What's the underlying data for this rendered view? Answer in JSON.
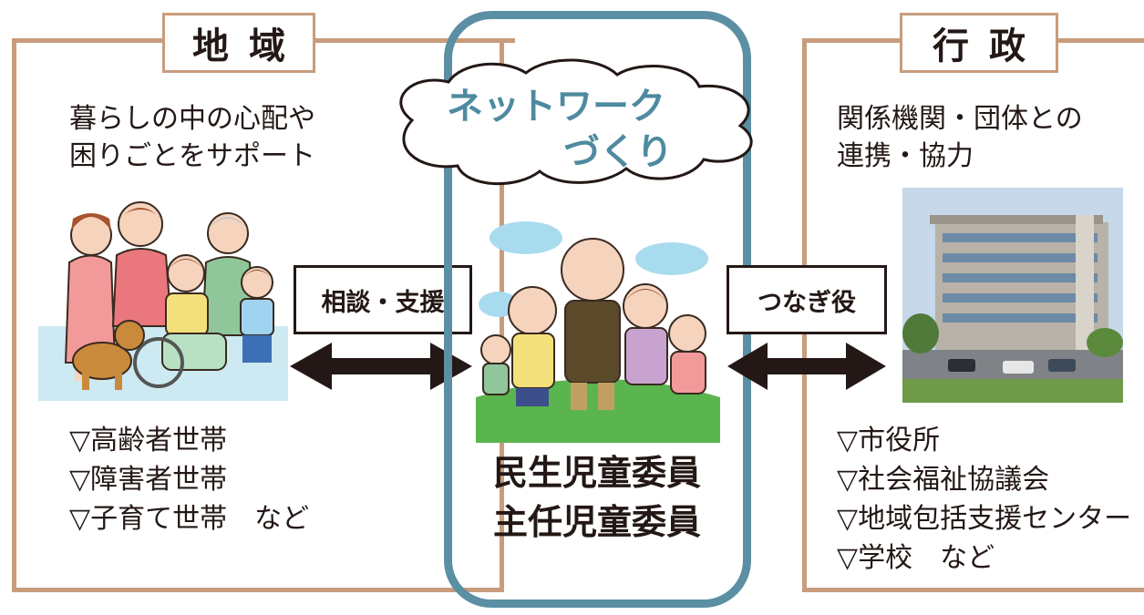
{
  "left": {
    "tab": "地域",
    "description": [
      "暮らしの中の心配や",
      "困りごとをサポート"
    ],
    "items": [
      "▽高齢者世帯",
      "▽障害者世帯",
      "▽子育て世帯　など"
    ],
    "arrow_label": "相談・支援"
  },
  "center": {
    "cloud_text": [
      "ネットワーク",
      "づくり"
    ],
    "members": [
      "民生児童委員",
      "主任児童委員"
    ]
  },
  "right": {
    "tab": "行政",
    "description": [
      "関係機関・団体との",
      "連携・協力"
    ],
    "items": [
      "▽市役所",
      "▽社会福祉協議会",
      "▽地域包括支援センター",
      "▽学校　など"
    ],
    "arrow_label": "つなぎ役"
  },
  "colors": {
    "frame_brown": "#c89c7c",
    "center_blue": "#5b8fa3",
    "cloud_text": "#4e8aa0"
  }
}
